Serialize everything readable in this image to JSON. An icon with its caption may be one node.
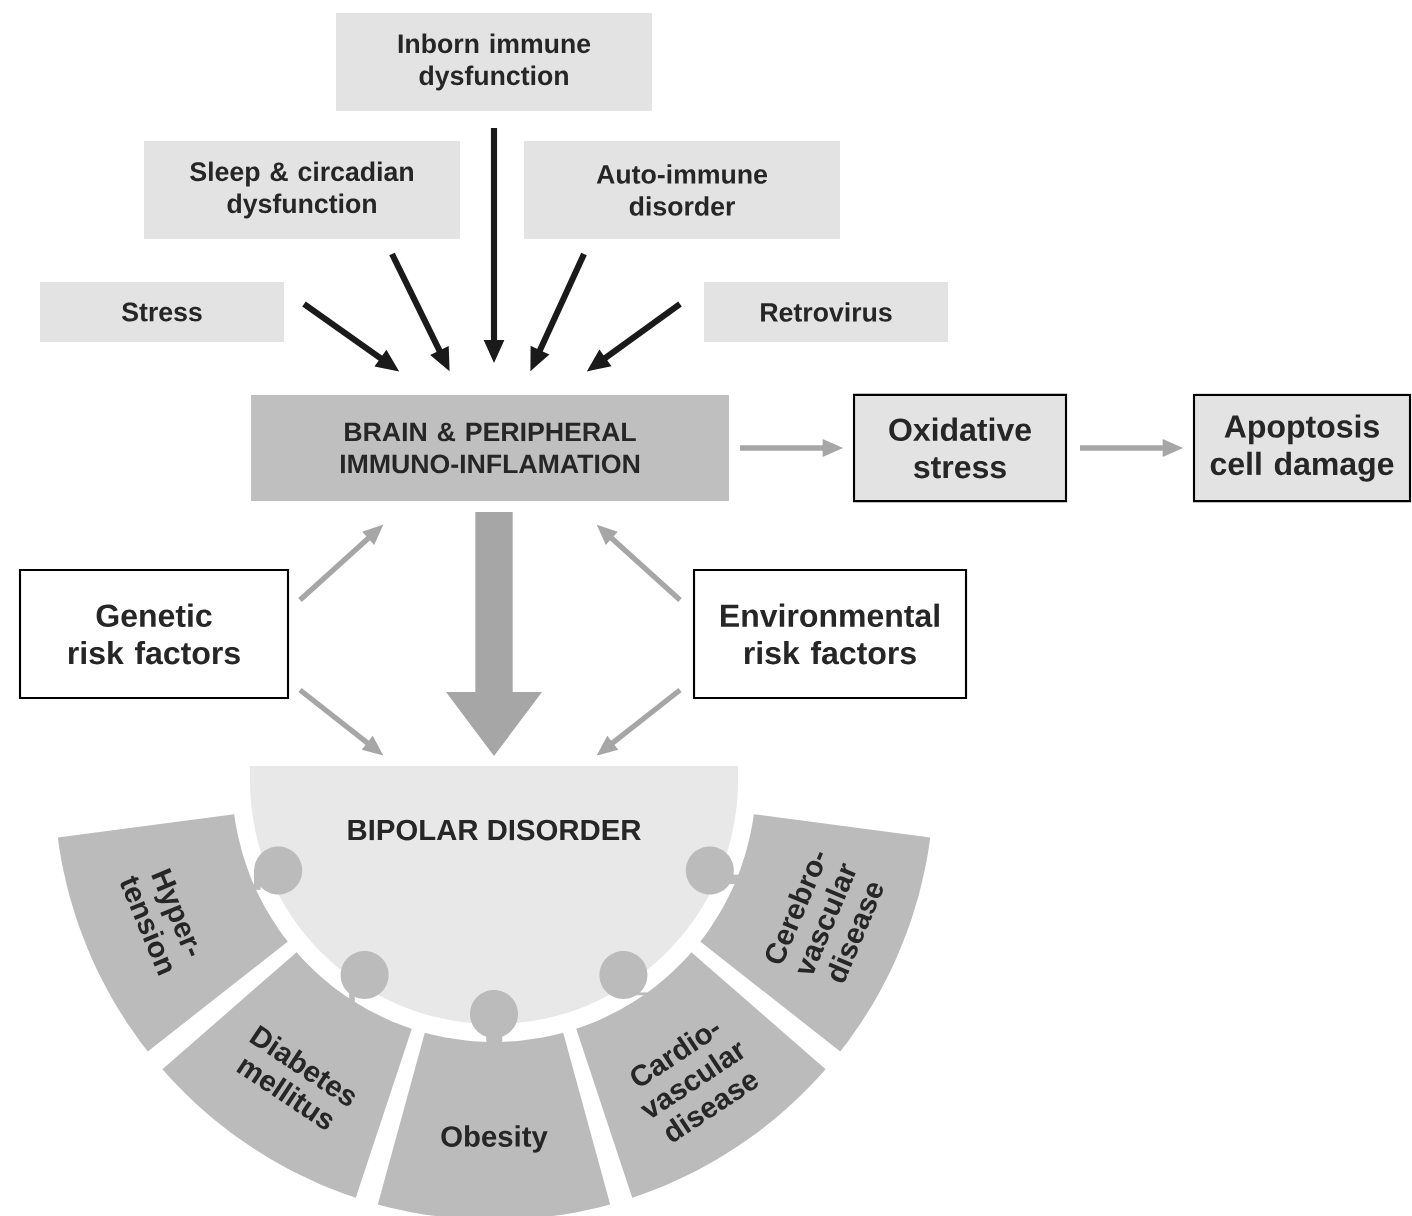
{
  "diagram": {
    "nodes": [
      {
        "text": [
          "Inborn immune dysfunction"
        ]
      },
      {
        "text": [
          "Sleep & circadian dysfunction"
        ]
      },
      {
        "text": [
          "Auto-immune disorder"
        ]
      },
      {
        "text": [
          "Stress"
        ]
      },
      {
        "text": [
          "Retrovirus"
        ]
      },
      {
        "text": [
          "BRAIN & PERIPHERAL IMMUNO-INFLAMATION"
        ]
      },
      {
        "text": [
          "Oxidative stress"
        ]
      },
      {
        "text": [
          "Apoptosis cell damage"
        ]
      },
      {
        "text": [
          "Genetic risk factors"
        ]
      },
      {
        "text": [
          "Environmental risk factors"
        ]
      },
      {
        "text": [
          "BIPOLAR DISORDER"
        ]
      },
      {
        "text": [
          "Hyper- tension"
        ]
      },
      {
        "text": [
          "Diabetes mellitus"
        ]
      },
      {
        "text": [
          "Obesity"
        ]
      },
      {
        "text": [
          "Cardio- vascular disease"
        ]
      },
      {
        "text": [
          "Cerebro- vascular disease"
        ]
      }
    ],
    "edges": [
      {
        "from": 3,
        "to": 5,
        "arrow": "to",
        "color": "#1a1a1a"
      },
      {
        "from": 1,
        "to": 5,
        "arrow": "to",
        "color": "#1a1a1a"
      },
      {
        "from": 0,
        "to": 5,
        "arrow": "to",
        "color": "#1a1a1a"
      },
      {
        "from": 2,
        "to": 5,
        "arrow": "to",
        "color": "#1a1a1a"
      },
      {
        "from": 4,
        "to": 5,
        "arrow": "to",
        "color": "#1a1a1a"
      },
      {
        "from": 5,
        "to": 6,
        "arrow": "to"
      },
      {
        "from": 6,
        "to": 7,
        "arrow": "to"
      },
      {
        "from": 8,
        "to": 5,
        "arrow": "to"
      },
      {
        "from": 9,
        "to": 5,
        "arrow": "to"
      },
      {
        "from": 5,
        "to": 10,
        "arrow": "to",
        "style": "thick"
      },
      {
        "from": 8,
        "to": 10,
        "arrow": "to"
      },
      {
        "from": 9,
        "to": 10,
        "arrow": "to"
      }
    ]
  }
}
